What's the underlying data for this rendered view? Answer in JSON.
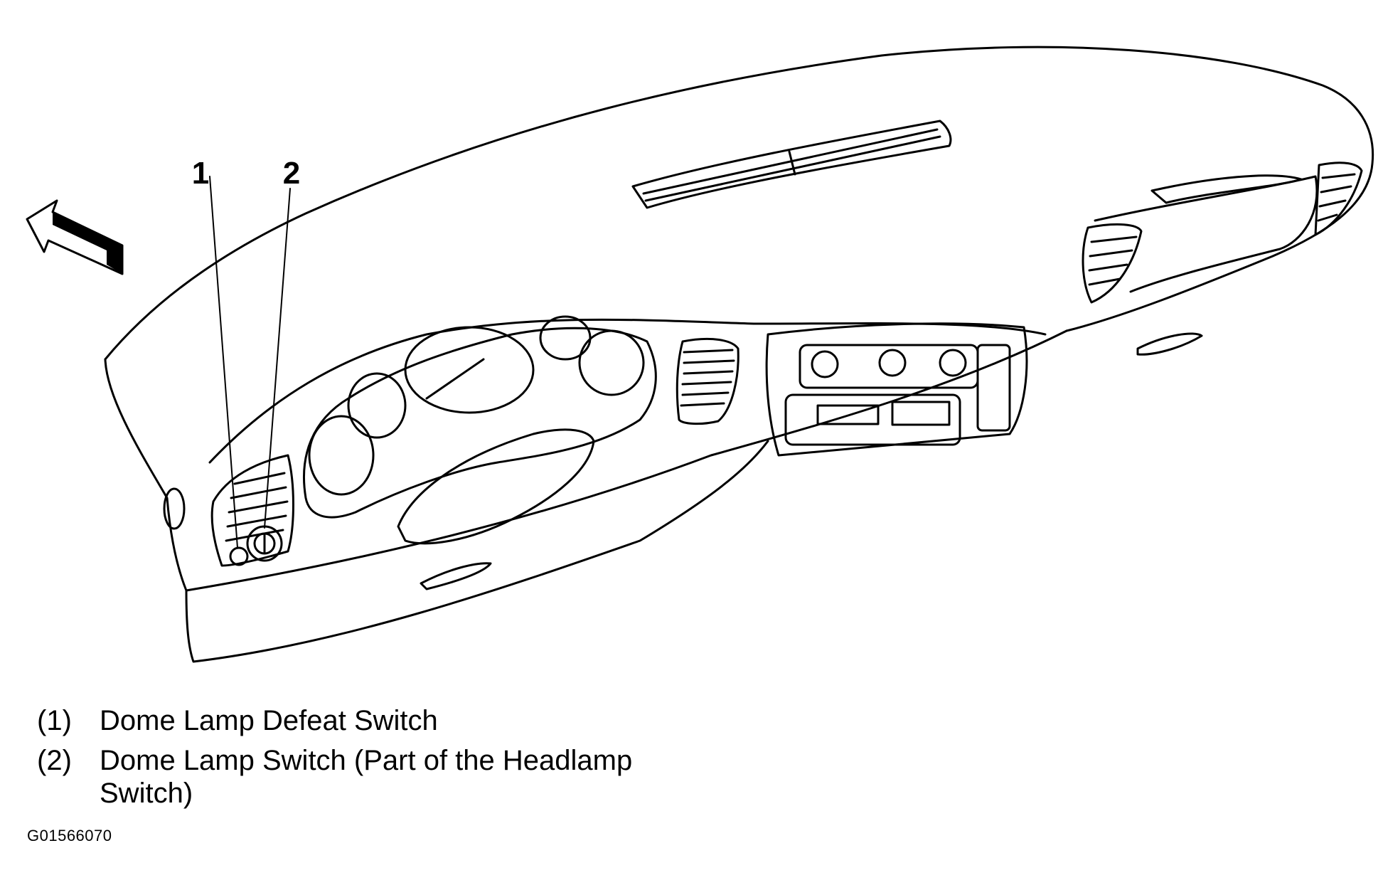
{
  "callouts": [
    {
      "number": "1",
      "key": "(1)",
      "label": "Dome Lamp Defeat Switch"
    },
    {
      "number": "2",
      "key": "(2)",
      "label": "Dome Lamp Switch (Part of the Headlamp Switch)"
    }
  ],
  "figure_id": "G01566070",
  "icons": {
    "direction_arrow": "front-direction-arrow-icon"
  }
}
